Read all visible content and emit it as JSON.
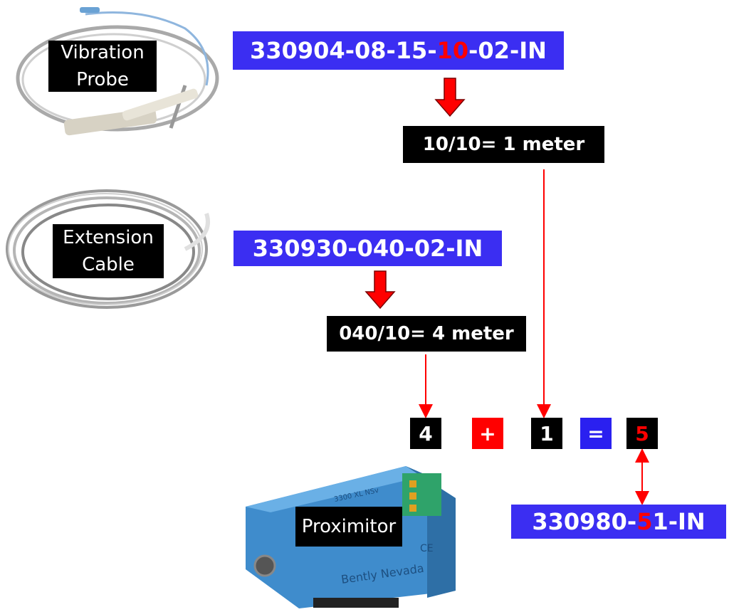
{
  "colors": {
    "blue_box": "#3b2ef2",
    "red": "#ff0000",
    "black": "#000000"
  },
  "images": {
    "probe": "vibration-probe-photo",
    "cable": "extension-cable-photo",
    "proximitor": "proximitor-photo"
  },
  "labels": {
    "probe_line1": "Vibration",
    "probe_line2": "Probe",
    "cable_line1": "Extension",
    "cable_line2": "Cable",
    "proximitor": "Proximitor"
  },
  "probe_code": {
    "prefix": "330904-08-15-",
    "highlight": "10",
    "suffix": "-02-IN"
  },
  "probe_calc": "10/10= 1 meter",
  "cable_code": "330930-040-02-IN",
  "cable_calc": "040/10= 4 meter",
  "equation": {
    "a": "4",
    "plus": "+",
    "b": "1",
    "eq": "=",
    "result": "5"
  },
  "proximitor_code": {
    "prefix": "330980-",
    "highlight": "5",
    "suffix": "1-IN"
  },
  "device_text": {
    "brand": "Bently Nevada",
    "ce": "CE",
    "model": "3300 XL NSv"
  }
}
